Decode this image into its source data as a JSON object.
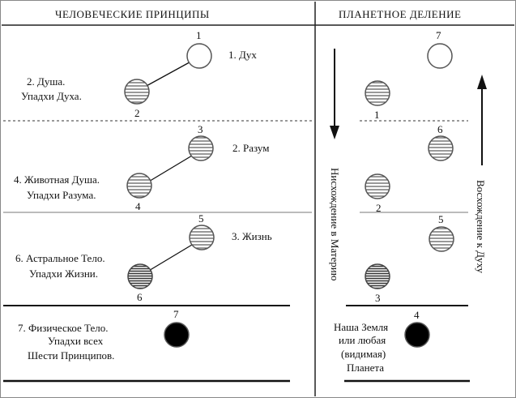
{
  "headers": {
    "left": "ЧЕЛОВЕЧЕСКИЕ ПРИНЦИПЫ",
    "right": "ПЛАНЕТНОЕ ДЕЛЕНИЕ"
  },
  "principles": {
    "p1": {
      "num": "1",
      "label": "1. Дух"
    },
    "p2": {
      "num": "2",
      "label_line1": "2. Душа.",
      "label_line2": "Упадхи Духа."
    },
    "p3": {
      "num": "3",
      "label": "2. Разум"
    },
    "p4": {
      "num": "4",
      "label_line1": "4. Животная Душа.",
      "label_line2": "Упадхи Разума."
    },
    "p5": {
      "num": "5",
      "label": "3. Жизнь"
    },
    "p6": {
      "num": "6",
      "label_line1": "6. Астральное Тело.",
      "label_line2": "Упадхи Жизни."
    },
    "p7": {
      "num": "7",
      "label_line1": "7. Физическое Тело.",
      "label_line2": "Упадхи всех",
      "label_line3": "Шести Принципов."
    }
  },
  "planets": {
    "n1": "1",
    "n2": "2",
    "n3": "3",
    "n4": "4",
    "n5": "5",
    "n6": "6",
    "n7": "7",
    "earth_line1": "Наша Земля",
    "earth_line2": "или любая",
    "earth_line3": "(видимая)",
    "earth_line4": "Планета"
  },
  "arrows": {
    "descent": "Нисхождение в Материю",
    "ascent": "Восхождение к Духу"
  }
}
